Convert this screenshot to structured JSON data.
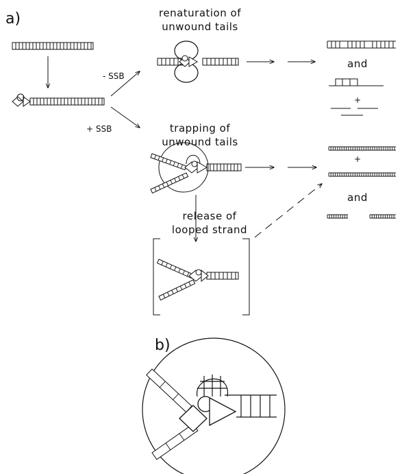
{
  "panel_a_label": "a)",
  "panel_b_label": "b)",
  "labels": {
    "renaturation_line1": "renaturation of",
    "renaturation_line2": "unwound tails",
    "trapping_line1": "trapping of",
    "trapping_line2": "unwound tails",
    "release_line1": "release of",
    "release_line2": "looped strand",
    "minus_ssb": "- SSB",
    "plus_ssb": "+ SSB",
    "and_1": "and",
    "plus_1": "+",
    "plus_2": "+",
    "and_2": "and"
  }
}
